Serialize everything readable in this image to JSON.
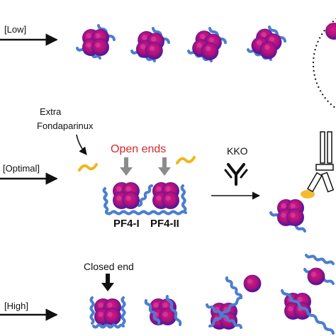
{
  "rows": {
    "low": {
      "label": "[Low]"
    },
    "optimal": {
      "label": "[Optimal]",
      "extra_label_line1": "Extra",
      "extra_label_line2": "Fondaparinux",
      "open_ends": "Open ends",
      "pf4_i": "PF4-I",
      "pf4_ii": "PF4-II",
      "antibody": "KKO"
    },
    "high": {
      "label": "[High]",
      "closed_end": "Closed end"
    }
  },
  "colors": {
    "tetramer_core": "#c0137e",
    "tetramer_glow": "#5a1aa8",
    "strand": "#4a7fd0",
    "fondaparinux": "#f2b51a",
    "open_ends": "#d8282a",
    "arrow_grey": "#8c8c8c",
    "ink": "#111111"
  }
}
